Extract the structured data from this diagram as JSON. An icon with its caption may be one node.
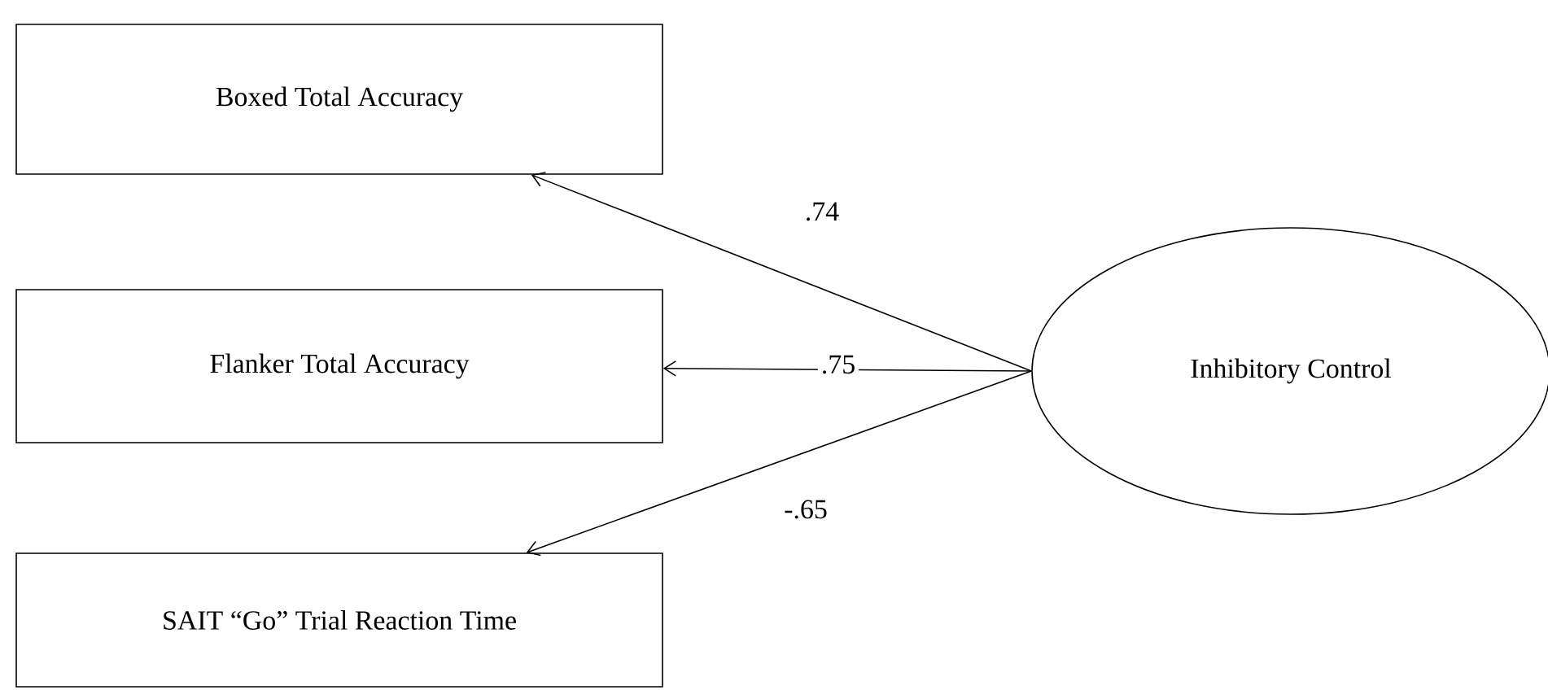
{
  "diagram": {
    "nodes": [
      {
        "text": [
          "Boxed Total Accuracy"
        ]
      },
      {
        "text": [
          "Flanker Total Accuracy"
        ]
      },
      {
        "text": [
          "SAIT “Go” Trial Reaction Time"
        ]
      },
      {
        "text": [
          "Inhibitory Control"
        ]
      }
    ],
    "edges": [
      {
        "from": 3,
        "to": 0,
        "arrow": "to",
        "label": ".74"
      },
      {
        "from": 3,
        "to": 1,
        "arrow": "to",
        "label": ".75"
      },
      {
        "from": 3,
        "to": 2,
        "arrow": "to",
        "label": "-.65"
      }
    ]
  }
}
